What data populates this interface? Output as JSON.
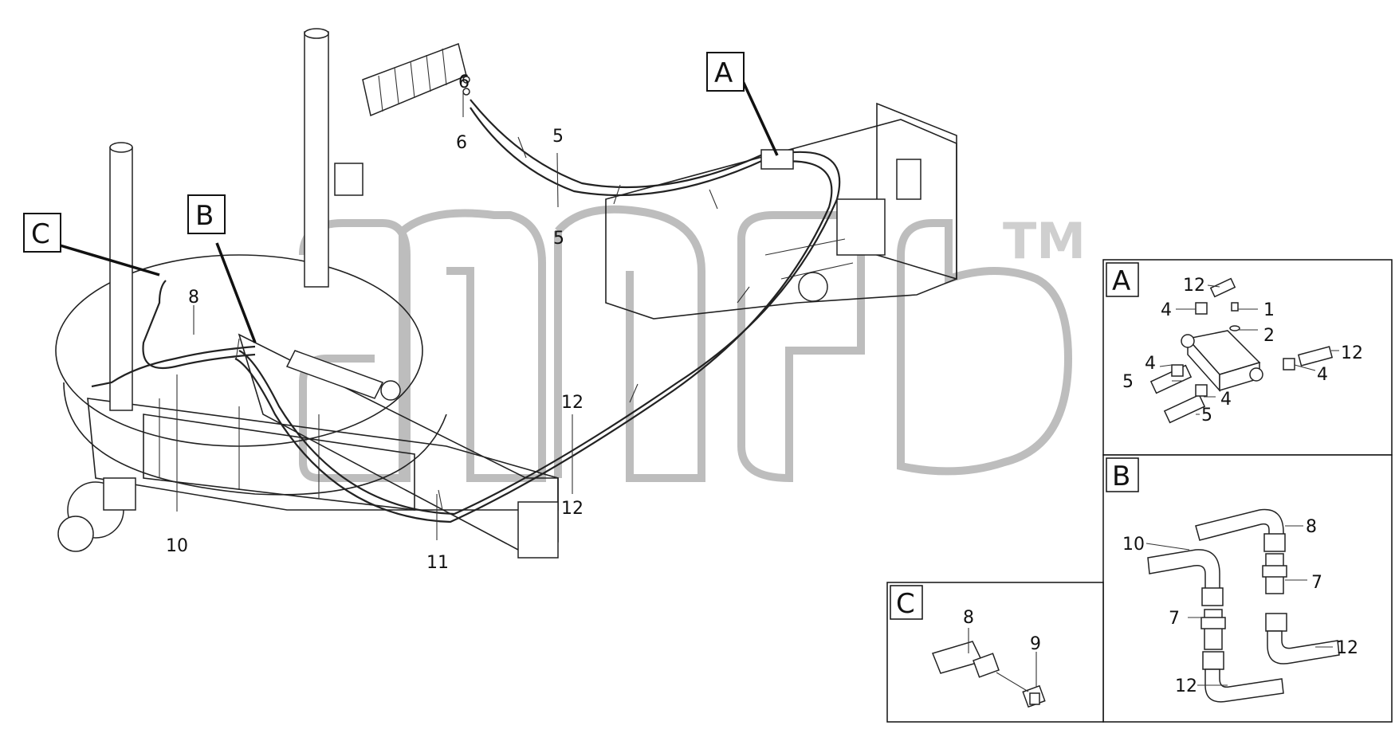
{
  "watermark": {
    "trademark": "TM"
  },
  "tags": {
    "a": "A",
    "b": "B",
    "c": "C"
  },
  "callouts": {
    "main": {
      "c5a": "5",
      "c5b": "5",
      "c6a": "6",
      "c6b": "6",
      "c8": "8",
      "c10": "10",
      "c11": "11",
      "c12a": "12",
      "c12b": "12"
    },
    "detail_a": {
      "c12a": "12",
      "c4a": "4",
      "c1": "1",
      "c2": "2",
      "c12b": "12",
      "c4b": "4",
      "c4c": "4",
      "c4d": "4",
      "c5a": "5",
      "c5b": "5"
    },
    "detail_b": {
      "c10": "10",
      "c8": "8",
      "c7a": "7",
      "c7b": "7",
      "c12a": "12",
      "c12b": "12"
    },
    "detail_c": {
      "c8": "8",
      "c9": "9"
    }
  }
}
